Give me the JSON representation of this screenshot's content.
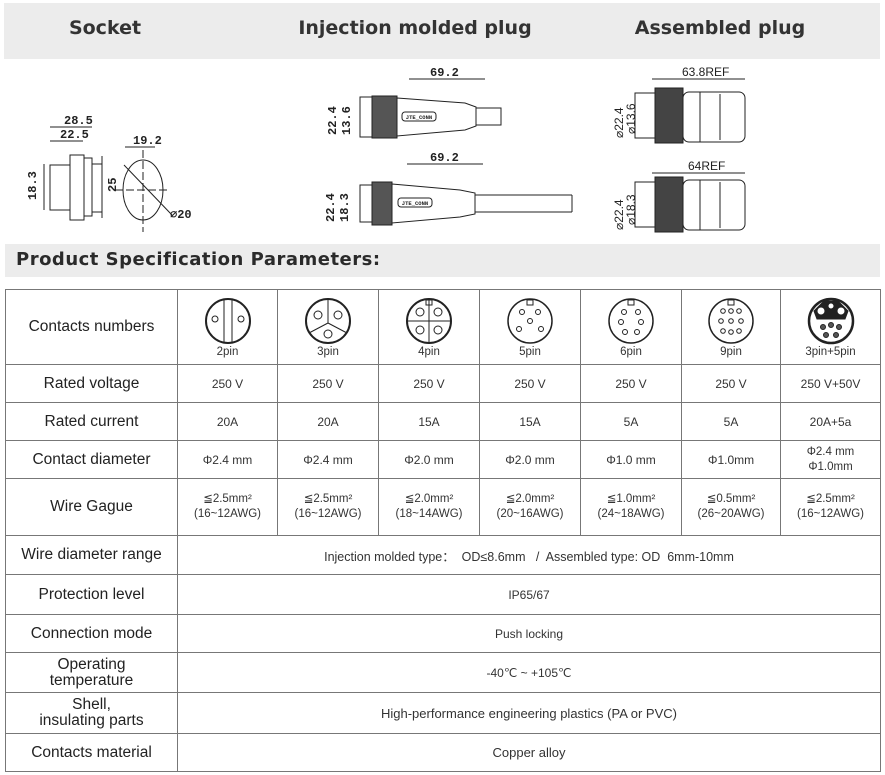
{
  "header": {
    "titles": [
      "Socket",
      "Injection molded plug",
      "Assembled plug"
    ]
  },
  "drawings": {
    "socket": {
      "dims": [
        "28.5",
        "22.5",
        "18.3",
        "25",
        "19.2",
        "⌀20"
      ]
    },
    "injection": {
      "dims": [
        "69.2",
        "22.4",
        "13.6",
        "69.2",
        "22.4",
        "18.3"
      ],
      "brand": "JTE_CONN"
    },
    "assembled": {
      "dims": [
        "63.8REF",
        "⌀22.4",
        "⌀13.6",
        "64REF",
        "⌀22.4",
        "⌀18.3"
      ]
    }
  },
  "section_title": "Product Specification Parameters:",
  "table": {
    "rows": [
      {
        "label": "Contacts numbers",
        "cells": [
          "2pin",
          "3pin",
          "4pin",
          "5pin",
          "6pin",
          "9pin",
          "3pin+5pin"
        ]
      },
      {
        "label": "Rated voltage",
        "cells": [
          "250 V",
          "250 V",
          "250 V",
          "250 V",
          "250 V",
          "250 V",
          "250 V+50V"
        ]
      },
      {
        "label": "Rated current",
        "cells": [
          "20A",
          "20A",
          "15A",
          "15A",
          "5A",
          "5A",
          "20A+5a"
        ]
      },
      {
        "label": "Contact diameter",
        "cells": [
          [
            "Φ2.4 mm"
          ],
          [
            "Φ2.4 mm"
          ],
          [
            "Φ2.0 mm"
          ],
          [
            "Φ2.0 mm"
          ],
          [
            "Φ1.0 mm"
          ],
          [
            "Φ1.0mm"
          ],
          [
            "Φ2.4 mm",
            "Φ1.0mm"
          ]
        ]
      },
      {
        "label": "Wire Gague",
        "cells": [
          [
            "≦2.5mm²",
            "(16~12AWG)"
          ],
          [
            "≦2.5mm²",
            "(16~12AWG)"
          ],
          [
            "≦2.0mm²",
            "(18~14AWG)"
          ],
          [
            "≦2.0mm²",
            "(20~16AWG)"
          ],
          [
            "≦1.0mm²",
            "(24~18AWG)"
          ],
          [
            "≦0.5mm²",
            "(26~20AWG)"
          ],
          [
            "≦2.5mm²",
            "(16~12AWG)"
          ]
        ]
      }
    ],
    "wide_rows": [
      {
        "label": "Wire diameter range",
        "value": "Injection molded type：  OD≤8.6mm   /  Assembled type: OD  6mm-10mm"
      },
      {
        "label": "Protection level",
        "value": "IP65/67"
      },
      {
        "label": "Connection mode",
        "value": "Push locking"
      },
      {
        "label": [
          "Operating",
          "temperature"
        ],
        "value": "-40℃ ~ +105℃"
      },
      {
        "label": [
          "Shell,",
          "insulating parts"
        ],
        "value": "High-performance engineering plastics (PA or PVC)"
      },
      {
        "label": "Contacts material",
        "value": "Copper alloy"
      }
    ]
  }
}
